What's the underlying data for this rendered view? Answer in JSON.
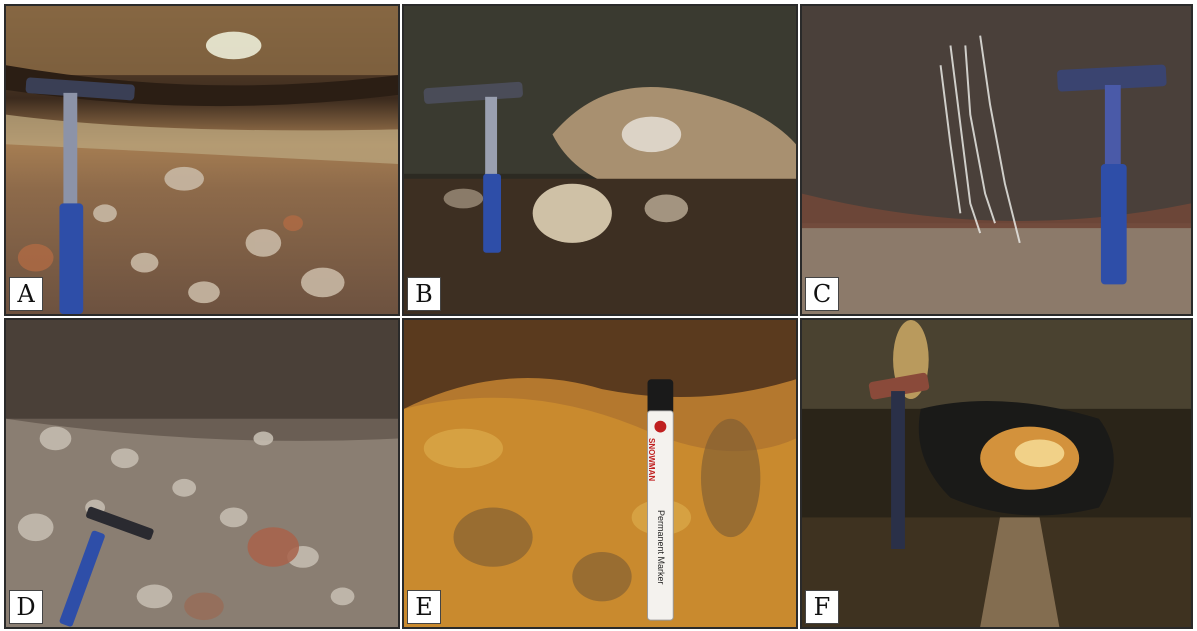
{
  "panels": [
    {
      "label": "A"
    },
    {
      "label": "B"
    },
    {
      "label": "C"
    },
    {
      "label": "D"
    },
    {
      "label": "E"
    },
    {
      "label": "F"
    }
  ],
  "marker": {
    "brand": "SNOWMAN",
    "text": "Permanent Marker"
  },
  "colors": {
    "frame": "#2a2a2a",
    "hammer_grip": "#2e4ea8",
    "hammer_head": "#3a3f55",
    "soil_orange": "#c98a2e"
  }
}
